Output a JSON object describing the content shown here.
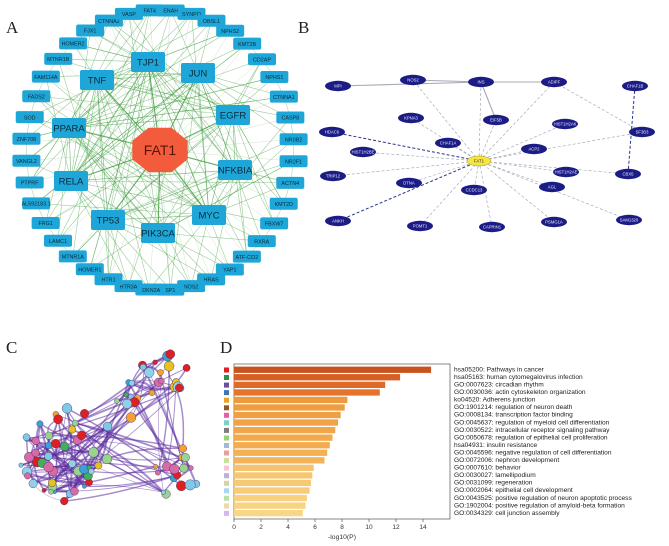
{
  "panels": {
    "a": {
      "letter": "A",
      "center_node": "FAT1",
      "hub_nodes": [
        "TJP1",
        "TNF",
        "JUN",
        "EGFR",
        "PPARA",
        "NFKBIA",
        "RELA",
        "MYC",
        "TP53",
        "PIK3CA"
      ],
      "ring_nodes": [
        "ENAH",
        "SYNPO",
        "OBSL1",
        "NPHS2",
        "KMT2B",
        "CD2AP",
        "NPHS1",
        "CTNNA1",
        "CASP8",
        "NR0B2",
        "NR2F1",
        "ACTN4",
        "KMT2D",
        "FBXW7",
        "RXRA",
        "ATF-CO2",
        "YAP1",
        "HRAS",
        "NOS2",
        "SP1",
        "CDKN2A",
        "HTR3A",
        "HTR1",
        "HOMER1",
        "MTNR1A",
        "LAMC1",
        "FRG1",
        "AL592183.1",
        "PTPRF",
        "VANGL2",
        "ZNF708",
        "SOD",
        "FADS2",
        "FAM114A",
        "MTNR1B",
        "HOMER2",
        "FJX1",
        "CTNNA2",
        "VASP",
        "FAT4"
      ],
      "colors": {
        "center": "#f25c3c",
        "node": "#1ea6d8",
        "edge": "#3a9a3a"
      }
    },
    "b": {
      "letter": "B",
      "center_node": "FAT1",
      "nodes": [
        "MPI",
        "NOS2",
        "INS",
        "ADIPF",
        "CHAF1B",
        "HDAC6",
        "KPNA3",
        "EIF5B",
        "HIST1H2AK",
        "CHAF1A",
        "ACP2",
        "HIST1H2BE",
        "SF3B3",
        "CBX5",
        "TRIP12",
        "DTNA",
        "HIST1H2AE",
        "ANKH",
        "POMT1",
        "CAPRIN1",
        "AGL",
        "CCDC13",
        "PSMG1A",
        "SAM1320"
      ],
      "colors": {
        "node": "#1c1c86",
        "center": "#f5e642",
        "edge": "#9aa0ad",
        "dashed_edge": "#27348b"
      }
    },
    "c": {
      "letter": "C",
      "colors": {
        "edge": "#5b2ca0"
      }
    },
    "d": {
      "letter": "D",
      "chart_data": {
        "type": "bar",
        "orientation": "horizontal",
        "xlabel": "-log10(P)",
        "xlim": [
          0,
          16
        ],
        "xticks": [
          0,
          2,
          4,
          6,
          8,
          10,
          12,
          14
        ],
        "categories": [
          "hsa05200: Pathways in cancer",
          "hsa05163: human cytomegalovirus infection",
          "GO:0007623: circadian rhythm",
          "GO:0030036: actin cytoskeleton organization",
          "ko04520: Adherens junction",
          "GO:1901214: regulation of neuron death",
          "GO:0008134: transcription factor binding",
          "GO:0045637: regulation of myeloid cell differentiation",
          "GO:0030522: intracellular receptor signaling pathway",
          "GO:0050678: regulation of epithelial cell proliferation",
          "hsa04931: insulin resistance",
          "GO:0045596: negative regulation of cell differentiation",
          "GO:0072006: nephron development",
          "GO:0007610: behavior",
          "GO:0030027: lamellipodium",
          "GO:0031099: regeneration",
          "GO:0002064: epithelial cell development",
          "GO:0043525: positive regulation of neuron apoptotic process",
          "GO:1902004: positive regulation of amyloid-beta formation",
          "GO:0034329: cell junction assembly"
        ],
        "values": [
          14.6,
          12.3,
          11.2,
          10.8,
          8.4,
          8.2,
          7.9,
          7.7,
          7.5,
          7.3,
          7.1,
          6.9,
          6.7,
          5.9,
          5.8,
          5.7,
          5.6,
          5.4,
          5.3,
          5.1
        ],
        "bar_colors": [
          "#c9531e",
          "#d65f22",
          "#dd6a26",
          "#e3742a",
          "#ec9a3e",
          "#ee9d40",
          "#efa043",
          "#f0a346",
          "#f1a649",
          "#f2a94c",
          "#f3ad50",
          "#f4b055",
          "#f4b35a",
          "#f5c36f",
          "#f6c672",
          "#f6c975",
          "#f7cc79",
          "#f8d07e",
          "#f8d382",
          "#f9d687"
        ],
        "swatch_colors": [
          "#e01e1e",
          "#2f8f4f",
          "#6b4fa0",
          "#3b78b6",
          "#f0a020",
          "#8d5a2b",
          "#e55fae",
          "#7ad0c6",
          "#7e7e7e",
          "#9bcf7a",
          "#a9b4d6",
          "#e6a0a0",
          "#c9e29b",
          "#f6c3da",
          "#bbb1d6",
          "#d9d0a8",
          "#a7d8ef",
          "#b8e0a8",
          "#f0d6a8",
          "#d6b8e8"
        ]
      }
    }
  }
}
